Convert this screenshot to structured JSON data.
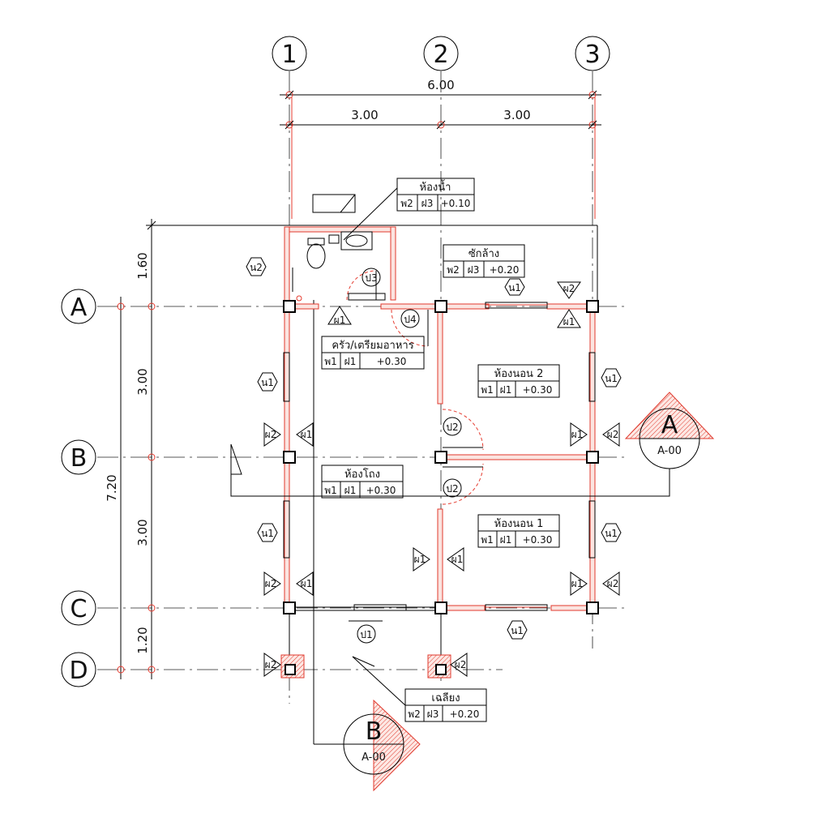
{
  "grid": {
    "columns": [
      "1",
      "2",
      "3"
    ],
    "rows": [
      "A",
      "B",
      "C",
      "D"
    ]
  },
  "dimensions": {
    "overall_width": "6.00",
    "bay_1_2": "3.00",
    "bay_2_3": "3.00",
    "overall_depth": "7.20",
    "depth_top": "1.60",
    "depth_ab": "3.00",
    "depth_bc": "3.00",
    "depth_cd": "1.20"
  },
  "rooms": [
    {
      "name": "ห้องน้ำ",
      "floor": "พ2",
      "ceiling": "ฝ3",
      "level": "+0.10"
    },
    {
      "name": "ซักล้าง",
      "floor": "พ2",
      "ceiling": "ฝ3",
      "level": "+0.20"
    },
    {
      "name": "ครัว/เตรียมอาหาร",
      "floor": "พ1",
      "ceiling": "ฝ1",
      "level": "+0.30"
    },
    {
      "name": "ห้องนอน 2",
      "floor": "พ1",
      "ceiling": "ฝ1",
      "level": "+0.30"
    },
    {
      "name": "ห้องโถง",
      "floor": "พ1",
      "ceiling": "ฝ1",
      "level": "+0.30"
    },
    {
      "name": "ห้องนอน 1",
      "floor": "พ1",
      "ceiling": "ฝ1",
      "level": "+0.30"
    },
    {
      "name": "เฉลียง",
      "floor": "พ2",
      "ceiling": "ฝ3",
      "level": "+0.20"
    }
  ],
  "sections": [
    {
      "letter": "A",
      "sheet": "A-00"
    },
    {
      "letter": "B",
      "sheet": "A-00"
    }
  ],
  "doors": {
    "p1": "ป1",
    "p2": "ป2",
    "p3": "ป3",
    "p4": "ป4"
  },
  "windows": {
    "n1": "น1",
    "n2": "น2"
  },
  "wall_types": {
    "w1": "ผ1",
    "w2": "ผ2"
  }
}
